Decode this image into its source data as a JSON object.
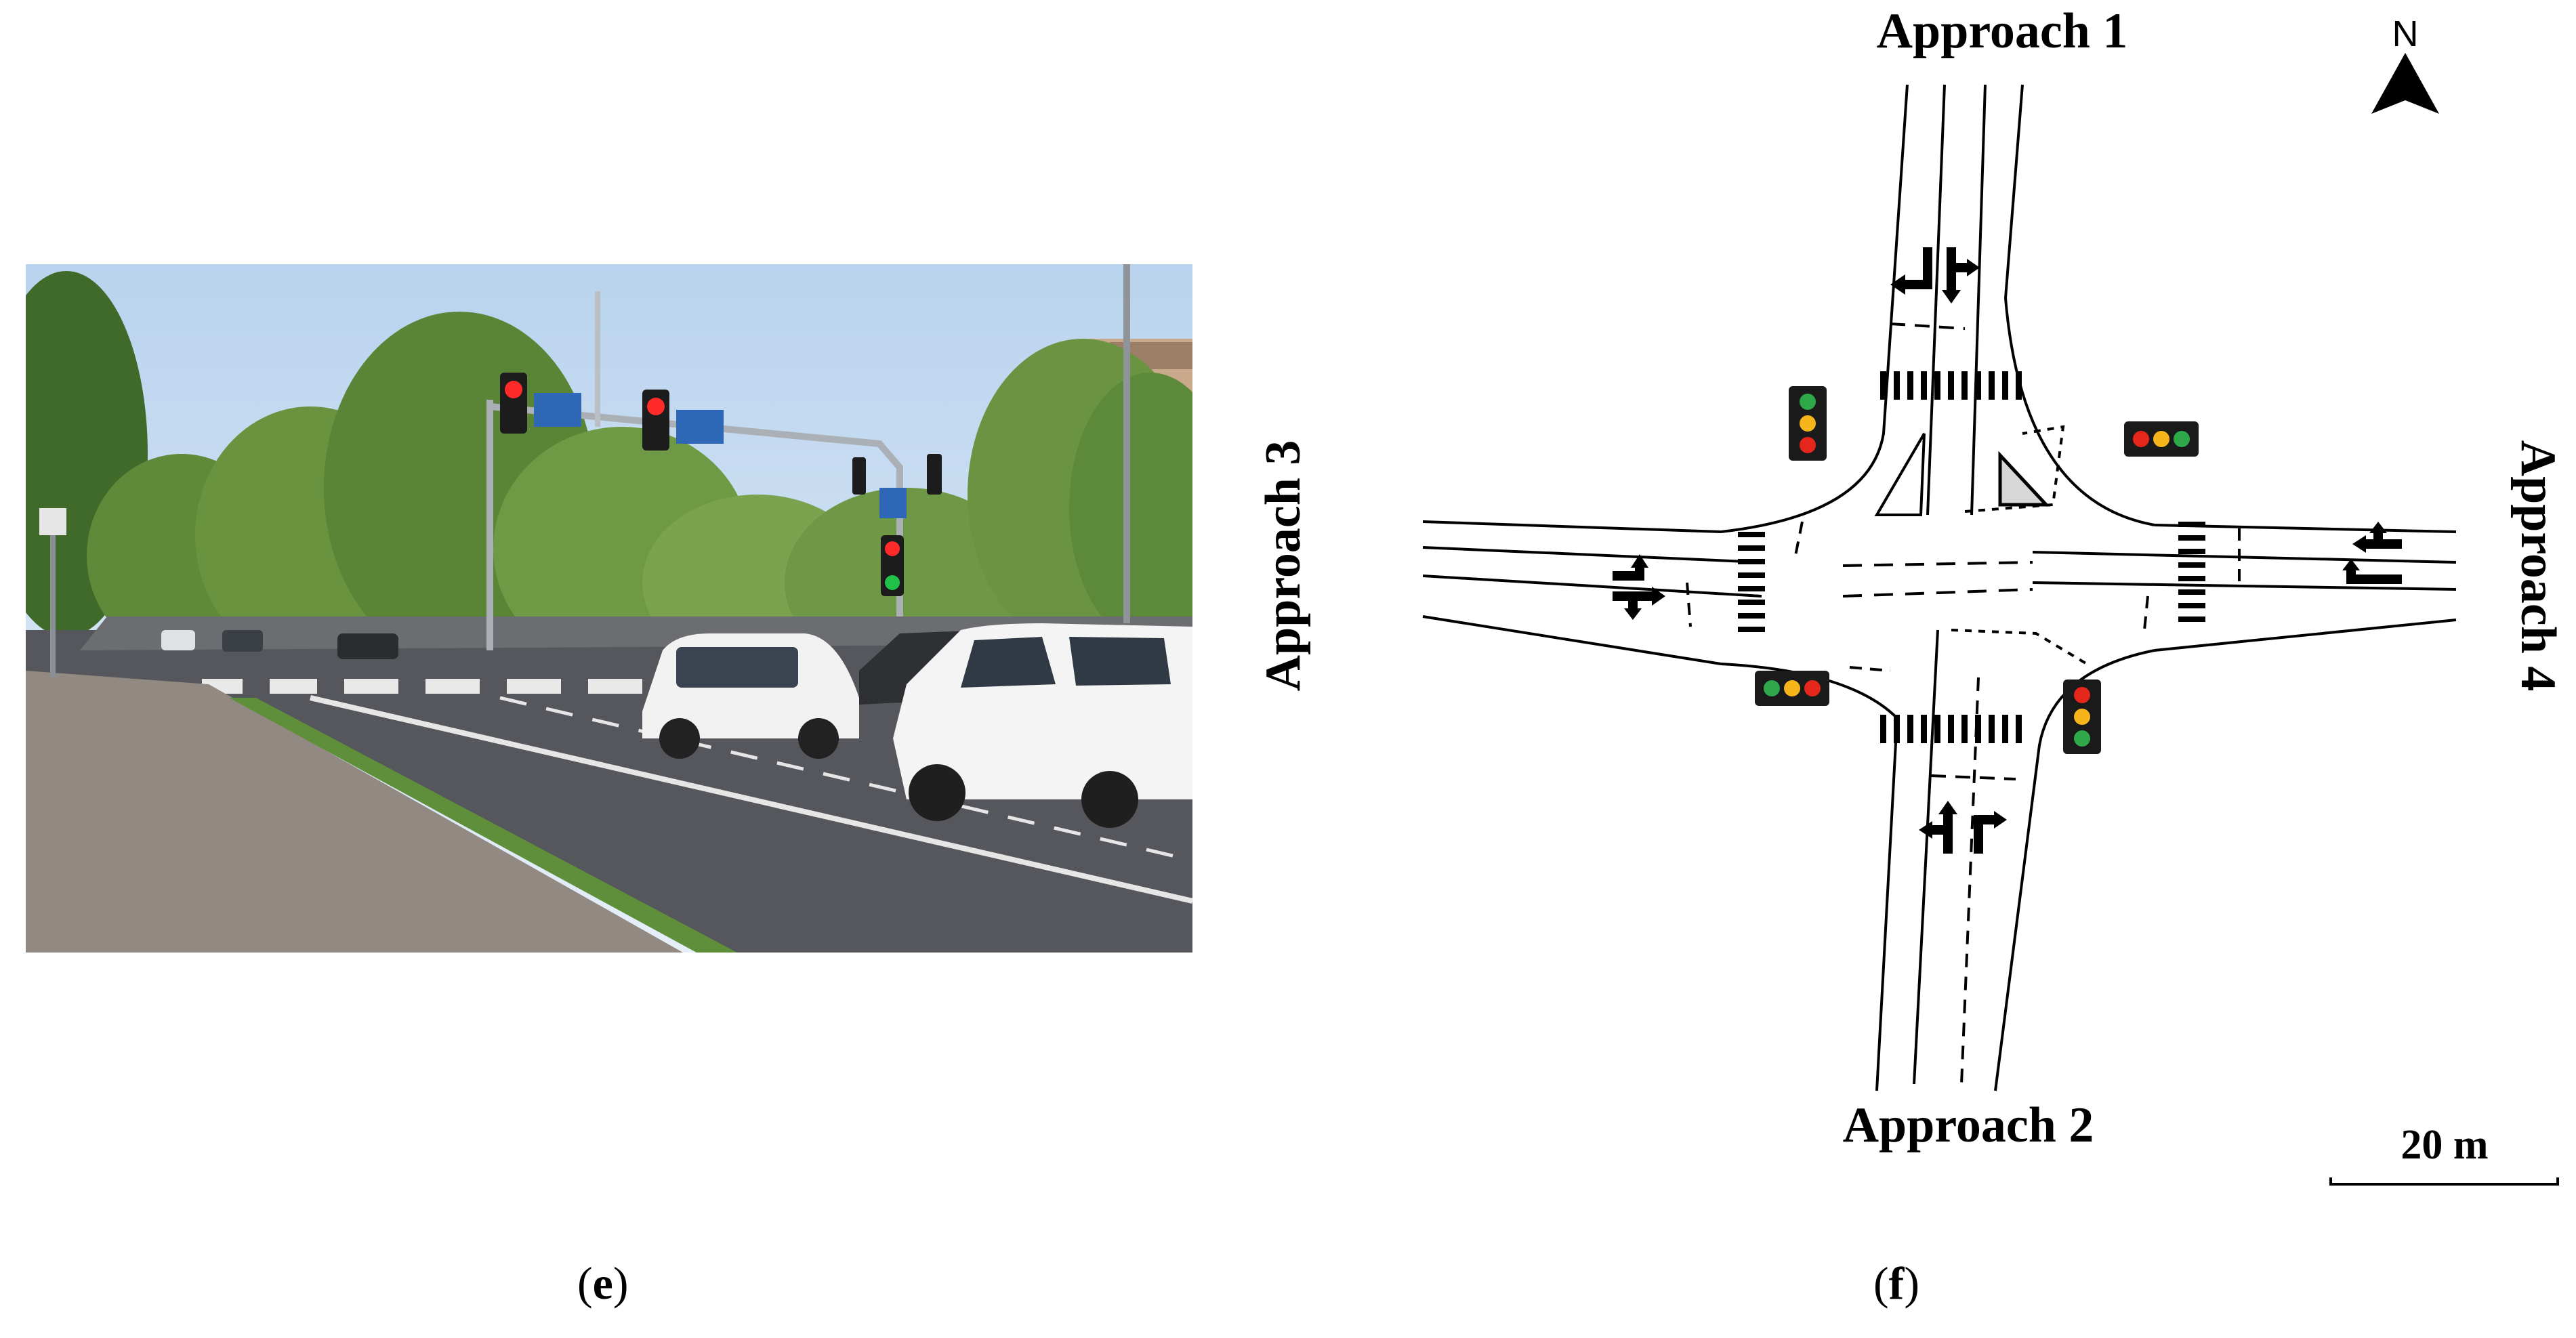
{
  "panel_e": {
    "caption_open": "(",
    "caption_letter": "e",
    "caption_close": ")",
    "photo": {
      "sky": "#cfe1f3",
      "trees": "#5f8a3a",
      "road": "#4e5056",
      "sidewalk": "#8f8880",
      "grass": "#5f8f3a",
      "sign_blue": "#2f67b7",
      "signal_red": "#ff2a2a",
      "signal_green": "#22c24a"
    }
  },
  "panel_f": {
    "caption_open": "(",
    "caption_letter": "f",
    "caption_close": ")",
    "north_label": "N",
    "approaches": {
      "a1": "Approach 1",
      "a2": "Approach 2",
      "a3": "Approach 3",
      "a4": "Approach 4"
    },
    "scale_label": "20 m",
    "signal_colors": {
      "red": "#e5261b",
      "yellow": "#f6b51a",
      "green": "#2fa84a",
      "housing": "#1a1a1a"
    }
  }
}
